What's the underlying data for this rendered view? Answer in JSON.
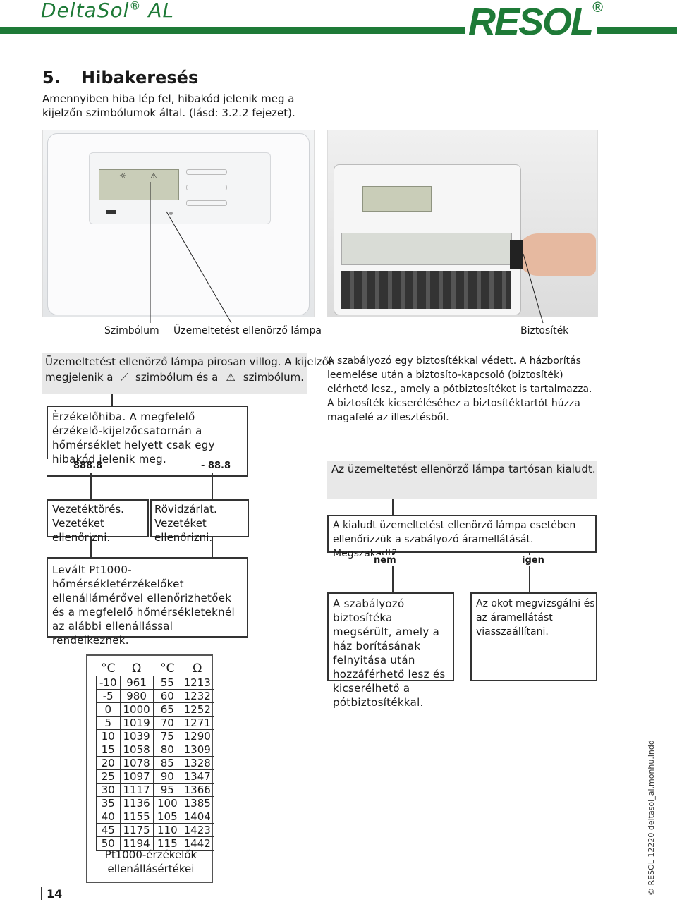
{
  "header": {
    "product": "DeltaSol",
    "product_reg": "®",
    "product_suffix": " AL",
    "brand": "RESOL",
    "brand_reg": "®"
  },
  "section": {
    "number": "5.",
    "title": "Hibakeresés",
    "intro": "Amennyiben hiba lép fel, hibakód jelenik meg a kijelzőn szimbólumok által. (lásd: 3.2.2 fejezet)."
  },
  "captions": {
    "symbol": "Szimbólum",
    "lamp": "Üzemeltetést ellenörző lámpa",
    "fuse": "Biztosíték"
  },
  "left_flow": {
    "red_lamp_line1": "Üzemeltetést ellenörző lámpa pirosan villog. A kijelzőn",
    "red_lamp_line2a": "megjelenik a",
    "red_lamp_line2b": "szimbólum és a",
    "red_lamp_line2c": "szimbólum.",
    "sensor_fault": "Èrzékelőhiba. A megfelelő érzékelő-kijelzőcsatornán a hőmérséklet helyett csak egy hibakód jelenik meg.",
    "code_open": "888.8",
    "code_short": "- 88.8",
    "wire_break": "Vezetéktörés. Vezetéket ellenőrizni.",
    "short_circuit": "Rövidzárlat. Vezetéket ellenőrizni.",
    "pt1000_note": "Levált Pt1000-hőmérsékletérzékelőket ellenállámérővel ellenőrizhetőek és a megfelelő hőmérsékleteknél az alábbi ellenállással rendelkeznek."
  },
  "right_flow": {
    "fuse_text": "A szabályozó egy biztosítékkal védett. A házborítás leemelése után a biztosíto-kapcsoló (biztosíték) elérhető lesz., amely a pótbiztosítékot is tartalmazza. A biztosíték kicseréléséhez a biztosítéktartót húzza magafelé az illesztésből.",
    "lamp_off": "Az üzemeltetést ellenörző lámpa tartósan kialudt.",
    "question": "A kialudt üzemeltetést ellenörző lámpa esetében ellenőrizzük a szabályozó áramellátását. Megszakadt?",
    "no": "nem",
    "yes": "igen",
    "no_text": "A szabályozó biztosítéka megsérült, amely a ház borításának felnyitása után hozzáférhető lesz és kicserélhető a pótbiztosítékkal.",
    "yes_text": "Az okot megvizsgálni és az áramellátást viasszaállítani."
  },
  "table": {
    "head_c": "°C",
    "head_o": "Ω",
    "left": [
      [
        "-10",
        "961"
      ],
      [
        "-5",
        "980"
      ],
      [
        "0",
        "1000"
      ],
      [
        "5",
        "1019"
      ],
      [
        "10",
        "1039"
      ],
      [
        "15",
        "1058"
      ],
      [
        "20",
        "1078"
      ],
      [
        "25",
        "1097"
      ],
      [
        "30",
        "1117"
      ],
      [
        "35",
        "1136"
      ],
      [
        "40",
        "1155"
      ],
      [
        "45",
        "1175"
      ],
      [
        "50",
        "1194"
      ]
    ],
    "right": [
      [
        "55",
        "1213"
      ],
      [
        "60",
        "1232"
      ],
      [
        "65",
        "1252"
      ],
      [
        "70",
        "1271"
      ],
      [
        "75",
        "1290"
      ],
      [
        "80",
        "1309"
      ],
      [
        "85",
        "1328"
      ],
      [
        "90",
        "1347"
      ],
      [
        "95",
        "1366"
      ],
      [
        "100",
        "1385"
      ],
      [
        "105",
        "1404"
      ],
      [
        "110",
        "1423"
      ],
      [
        "115",
        "1442"
      ]
    ],
    "caption_line1": "Pt1000-érzékelők",
    "caption_line2": "ellenállásértékei"
  },
  "footer": {
    "page": "14",
    "side": "© RESOL 12220 deltasol_al.monhu.indd"
  }
}
